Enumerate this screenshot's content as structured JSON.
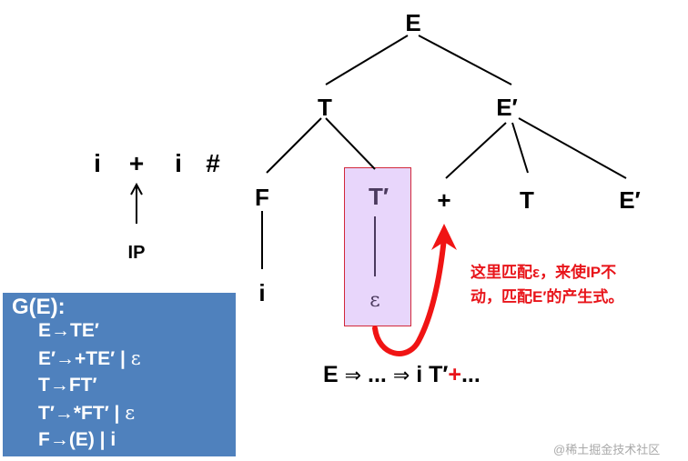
{
  "input_string": {
    "symbols": [
      "i",
      "+",
      "i",
      "#"
    ],
    "pointer_label": "IP",
    "pointer_index": 1
  },
  "parse_tree": {
    "nodes": {
      "root": "E",
      "t": "T",
      "eprime": "E′",
      "f": "F",
      "tprime": "T′",
      "plus": "+",
      "t2": "T",
      "eprime2": "E′",
      "i": "i",
      "epsilon": "ε"
    }
  },
  "annotation": {
    "line1": "这里匹配ε，来使IP不",
    "line2": "动，匹配E′的产生式。",
    "color": "#e8141a"
  },
  "derivation": {
    "start": "E",
    "arrow": "⇒",
    "ellipsis": "...",
    "tail": "i T′",
    "highlight": "+",
    "end": "..."
  },
  "grammar": {
    "title": "G(E):",
    "rules": [
      {
        "text": "E→TE′",
        "eps": ""
      },
      {
        "text": "E′→+TE′ | ",
        "eps": "ε"
      },
      {
        "text": "T→FT′",
        "eps": ""
      },
      {
        "text": "T′→*FT′ | ",
        "eps": "ε"
      },
      {
        "text": "F→(E) | i",
        "eps": ""
      }
    ],
    "background": "#4f81bd"
  },
  "highlight_box": {
    "fill": "#e8d6fb",
    "border": "#d2283a"
  },
  "watermark": "@稀土掘金技术社区"
}
